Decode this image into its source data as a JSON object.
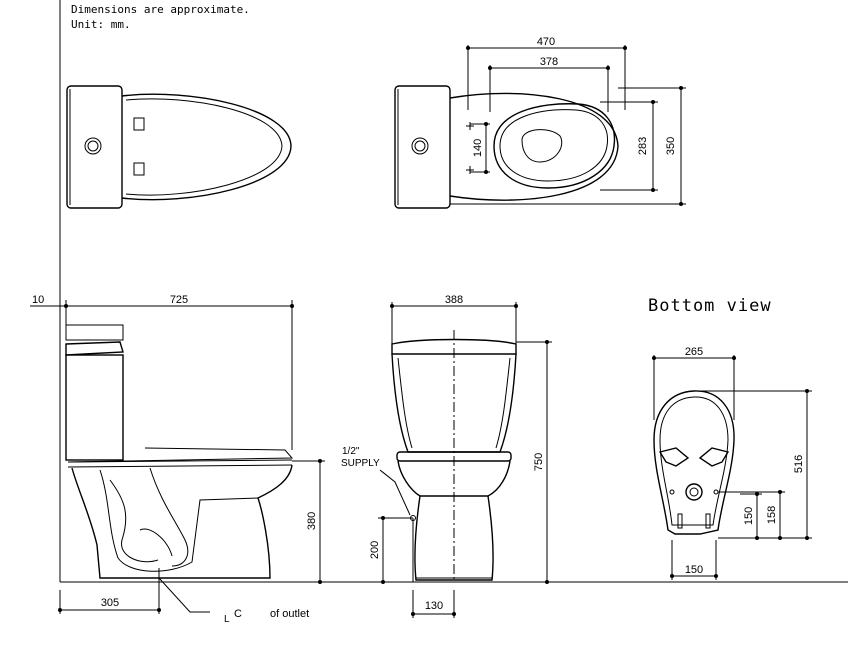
{
  "notes": {
    "line1": "Dimensions are approximate.",
    "line2": "Unit: mm."
  },
  "top_view": {
    "dim_470": "470",
    "dim_378": "378",
    "dim_140": "140",
    "dim_283": "283",
    "dim_350": "350"
  },
  "side_view": {
    "dim_10": "10",
    "dim_725": "725",
    "dim_380": "380",
    "dim_305": "305",
    "outlet_cl": "C",
    "outlet_cl_prefix": "L",
    "outlet_label": "of outlet"
  },
  "front_view": {
    "dim_388": "388",
    "dim_750": "750",
    "dim_200": "200",
    "dim_130": "130",
    "supply_size": "1/2\"",
    "supply_label": "SUPPLY"
  },
  "bottom_view": {
    "title": "Bottom  view",
    "dim_265": "265",
    "dim_516": "516",
    "dim_150_h": "150",
    "dim_158": "158",
    "dim_150_w": "150"
  }
}
